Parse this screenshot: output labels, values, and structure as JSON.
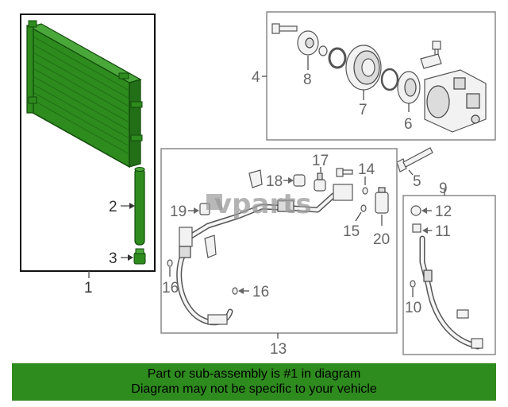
{
  "watermark": "vparts",
  "callouts": {
    "c1": "1",
    "c2": "2",
    "c3": "3",
    "c4": "4",
    "c5": "5",
    "c6": "6",
    "c7": "7",
    "c8": "8",
    "c9": "9",
    "c10": "10",
    "c11": "11",
    "c12": "12",
    "c13": "13",
    "c14": "14",
    "c15": "15",
    "c16a": "16",
    "c16b": "16",
    "c17": "17",
    "c18": "18",
    "c19": "19",
    "c20": "20"
  },
  "banner": {
    "line1": "Part or sub-assembly is #1 in diagram",
    "line2": "Diagram may not be specific to your vehicle"
  },
  "colors": {
    "highlight_part": "#2e8b1e",
    "banner_bg": "#2e8b1e"
  }
}
